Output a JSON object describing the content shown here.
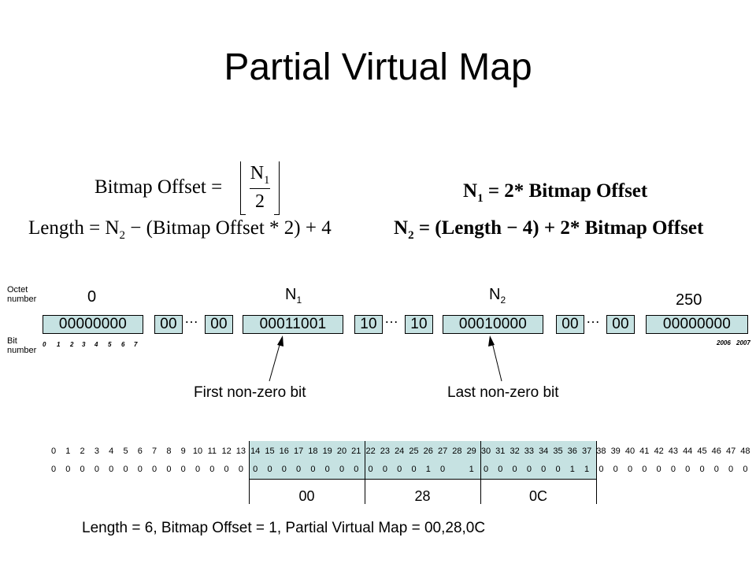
{
  "title": "Partial Virtual Map",
  "formulas": {
    "bitmap_offset_lhs": "Bitmap Offset =",
    "bitmap_offset_num": "N",
    "bitmap_offset_num_sub": "1",
    "bitmap_offset_den": "2",
    "length_eq_1": "Length = N",
    "length_eq_1_sub": "2",
    "length_eq_1_rest": " − (Bitmap Offset * 2) + 4",
    "n1_eq_a": "N",
    "n1_eq_a_sub": "1",
    "n1_eq_rest": " = 2* Bitmap Offset",
    "n2_eq_a": "N",
    "n2_eq_a_sub": "2",
    "n2_eq_rest": " = (Length − 4) + 2* Bitmap Offset"
  },
  "octet_row": {
    "octet_label": "Octet number",
    "bit_label": "Bit number",
    "octet_0": "0",
    "octet_n1": "N",
    "octet_n1_sub": "1",
    "octet_n2": "N",
    "octet_n2_sub": "2",
    "octet_250": "250",
    "bits_first": [
      "0",
      "1",
      "2",
      "3",
      "4",
      "5",
      "6",
      "7"
    ],
    "bits_last": [
      "2006",
      "2007"
    ],
    "ellipsis": "…",
    "boxes": [
      "00000000",
      "00",
      "00",
      "00011001",
      "10",
      "10",
      "00010000",
      "00",
      "00",
      "00000000"
    ]
  },
  "pointers": {
    "first": "First non-zero bit",
    "last": "Last non-zero bit"
  },
  "table": {
    "indices": [
      "0",
      "1",
      "2",
      "3",
      "4",
      "5",
      "6",
      "7",
      "8",
      "9",
      "10",
      "11",
      "12",
      "13",
      "14",
      "15",
      "16",
      "17",
      "18",
      "19",
      "20",
      "21",
      "22",
      "23",
      "24",
      "25",
      "26",
      "27",
      "28",
      "29",
      "30",
      "31",
      "32",
      "33",
      "34",
      "35",
      "36",
      "37",
      "38",
      "39",
      "40",
      "41",
      "42",
      "43",
      "44",
      "45",
      "46",
      "47",
      "48"
    ],
    "values": [
      "0",
      "0",
      "0",
      "0",
      "0",
      "0",
      "0",
      "0",
      "0",
      "0",
      "0",
      "0",
      "0",
      "0",
      "0",
      "0",
      "0",
      "0",
      "0",
      "0",
      "0",
      "0",
      "0",
      "0",
      "0",
      "0",
      "1",
      "0",
      "",
      "1",
      "0",
      "0",
      "0",
      "0",
      "0",
      "0",
      "1",
      "1",
      "0",
      "0",
      "0",
      "0",
      "0",
      "0",
      "0",
      "0",
      "0",
      "0",
      "0"
    ],
    "groups": [
      "00",
      "28",
      "0C"
    ]
  },
  "summary": "Length = 6, Bitmap Offset = 1, Partial Virtual Map = 00,28,0C"
}
